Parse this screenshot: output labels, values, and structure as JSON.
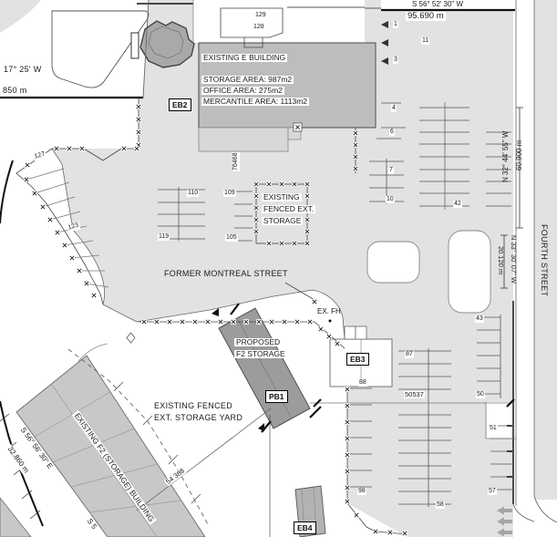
{
  "plan": {
    "streets": {
      "fourth_street": "FOURTH STREET",
      "former_montreal": "FORMER MONTREAL STREET"
    },
    "boundaries": {
      "north_bearing": "S 56° 52' 30\" W",
      "north_length": "95.690 m",
      "west_bearing": "17° 25' W",
      "west_length": "850 m",
      "east_bearing_upper": "N 32° 44' 55\" W",
      "east_length_upper": "60.900 m",
      "east_bearing_lower": "N 33° 30' 07\" W",
      "east_length_lower": "20.120 m",
      "southwest_bearing": "S 56° 56' 30\" E",
      "southwest_length": "32.860 m",
      "southwest_partial": "S 5"
    },
    "buildings": {
      "eb2": {
        "title": "EXISTING E BUILDING",
        "storage": "STORAGE AREA: 987m2",
        "office": "OFFICE AREA: 275m2",
        "mercantile": "MERCANTILE AREA: 1113m2",
        "tag": "EB2"
      },
      "pb1": {
        "line1": "PROPOSED",
        "line2": "F2 STORAGE",
        "tag": "PB1"
      },
      "eb3": {
        "tag": "EB3"
      },
      "eb4": {
        "tag": "EB4"
      },
      "f2": {
        "title": "EXISTING F2 (STORAGE) BUILDING"
      }
    },
    "areas": {
      "fenced_storage_l1": "EXISTING",
      "fenced_storage_l2": "FENCED EXT.",
      "fenced_storage_l3": "STORAGE",
      "storage_yard_l1": "EXISTING FENCED",
      "storage_yard_l2": "EXT. STORAGE YARD"
    },
    "notes": {
      "ex_fh": "EX. FH"
    },
    "dims": {
      "d76468": "76468",
      "d54388": "54 388",
      "d50537": "50537"
    },
    "stalls": {
      "n129": "129",
      "n128": "128",
      "n1": "1",
      "n3": "3",
      "n11": "11",
      "n4": "4",
      "n6": "6",
      "n7": "7",
      "n10": "10",
      "n42": "42",
      "n127": "127",
      "n123": "123",
      "n110": "110",
      "n119": "119",
      "n109": "109",
      "n105": "105",
      "n43": "43",
      "n87": "87",
      "n88": "88",
      "n98": "98",
      "n50": "50",
      "n51": "51",
      "n57": "57",
      "n58": "58"
    },
    "colors": {
      "paved": "#e2e2e2",
      "building_fill": "#bdbdbd",
      "proposed_fill": "#9c9c9c",
      "slab_fill": "#c8c8c8",
      "line": "#333333"
    }
  }
}
